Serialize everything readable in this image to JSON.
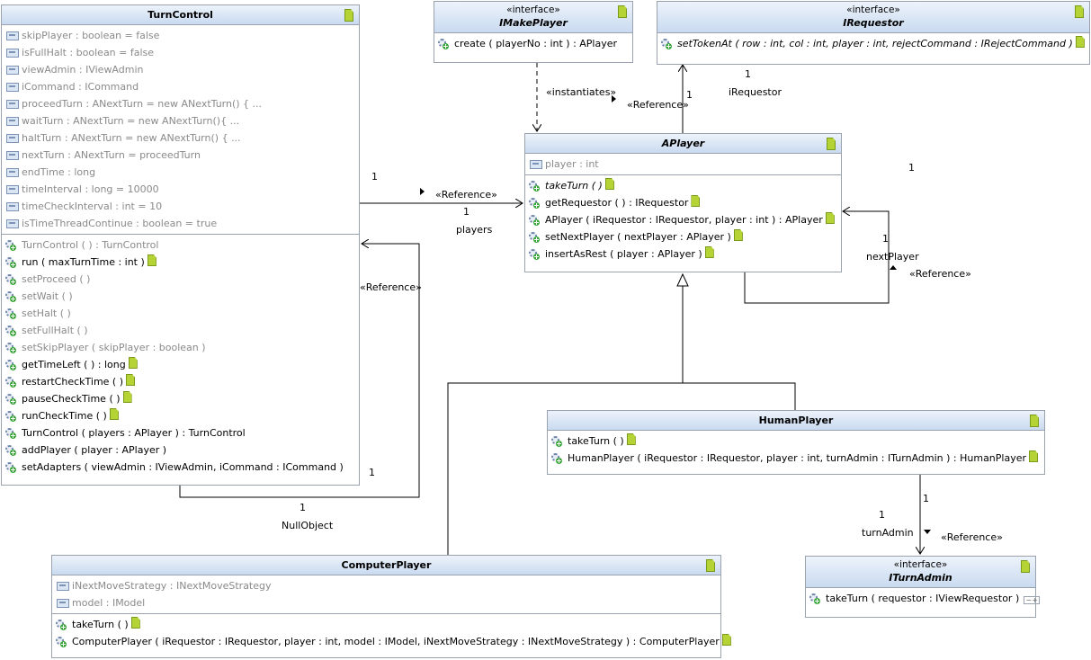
{
  "classes": {
    "turn_control": {
      "name": "TurnControl",
      "fields": [
        "skipPlayer : boolean = false",
        "isFullHalt : boolean = false",
        "viewAdmin : IViewAdmin",
        "iCommand : ICommand",
        "proceedTurn : ANextTurn = new ANextTurn() {        ...",
        "waitTurn : ANextTurn = new ANextTurn(){        ...",
        "haltTurn : ANextTurn = new ANextTurn() {        ...",
        "nextTurn : ANextTurn = proceedTurn",
        "endTime : long",
        "timeInterval : long = 10000",
        "timeCheckInterval : int = 10",
        "isTimeThreadContinue : boolean = true"
      ],
      "methods": [
        "TurnControl ( ) :  TurnControl",
        "run ( maxTurnTime : int )",
        "setProceed ( )",
        "setWait ( )",
        "setHalt ( )",
        "setFullHalt ( )",
        "setSkipPlayer ( skipPlayer : boolean )",
        "getTimeLeft ( ) :  long",
        "restartCheckTime ( )",
        "pauseCheckTime ( )",
        "runCheckTime ( )",
        "TurnControl ( players : APlayer ) :  TurnControl",
        "addPlayer ( player : APlayer )",
        "setAdapters ( viewAdmin : IViewAdmin, iCommand : ICommand )"
      ]
    },
    "imake_player": {
      "stereotype": "«interface»",
      "name": "IMakePlayer",
      "methods": [
        "create ( playerNo : int ) :  APlayer"
      ]
    },
    "irequestor": {
      "stereotype": "«interface»",
      "name": "IRequestor",
      "methods": [
        "setTokenAt ( row : int, col : int, player : int, rejectCommand : IRejectCommand )"
      ]
    },
    "aplayer": {
      "name": "APlayer",
      "fields": [
        "player : int"
      ],
      "methods": [
        "takeTurn ( )",
        "getRequestor ( ) :  IRequestor",
        "APlayer ( iRequestor : IRequestor, player : int ) :  APlayer",
        "setNextPlayer ( nextPlayer : APlayer )",
        "insertAsRest ( player : APlayer )"
      ]
    },
    "human_player": {
      "name": "HumanPlayer",
      "methods": [
        "takeTurn ( )",
        "HumanPlayer ( iRequestor : IRequestor, player : int, turnAdmin : ITurnAdmin ) :  HumanPlayer"
      ]
    },
    "computer_player": {
      "name": "ComputerPlayer",
      "fields": [
        "iNextMoveStrategy : INextMoveStrategy",
        "model : IModel"
      ],
      "methods": [
        "takeTurn ( )",
        "ComputerPlayer ( iRequestor : IRequestor, player : int, model : IModel, iNextMoveStrategy : INextMoveStrategy ) :  ComputerPlayer"
      ]
    },
    "iturn_admin": {
      "stereotype": "«interface»",
      "name": "ITurnAdmin",
      "methods": [
        "takeTurn ( requestor : IViewRequestor )"
      ]
    }
  },
  "labels": {
    "instantiates": "«instantiates»",
    "reference": "«Reference»",
    "one": "1",
    "irequestor_role": "iRequestor",
    "players_role": "players",
    "next_player_role": "nextPlayer",
    "null_object_role": "NullObject",
    "turn_admin_role": "turnAdmin"
  },
  "icons": {
    "field": "field-icon",
    "method": "public-method-icon",
    "note": "javadoc-note-icon",
    "collapse": "collapse-expand-icon"
  }
}
